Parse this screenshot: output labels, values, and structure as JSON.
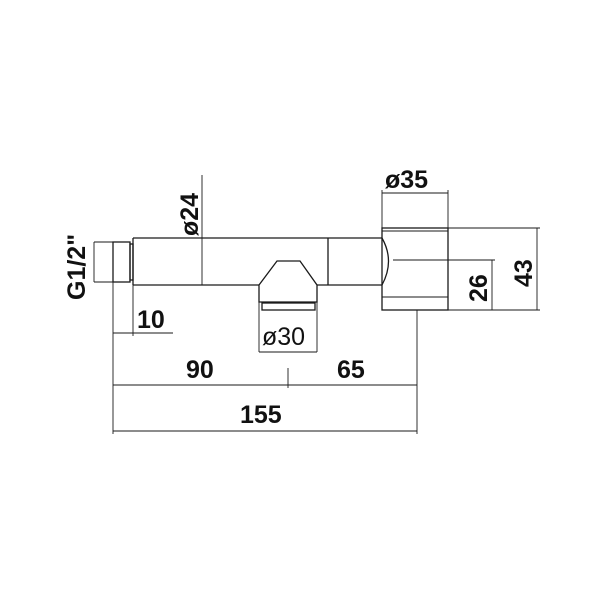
{
  "labels": {
    "thread": "G1/2\"",
    "diameter_body": "ø24",
    "diameter_fitting": "ø35",
    "height_total": "43",
    "height_inner": "26",
    "thread_length": "10",
    "diameter_nozzle": "ø30",
    "length_left": "90",
    "length_right": "65",
    "length_total": "155"
  },
  "colors": {
    "line": "#1a1a1a",
    "background": "#ffffff"
  }
}
